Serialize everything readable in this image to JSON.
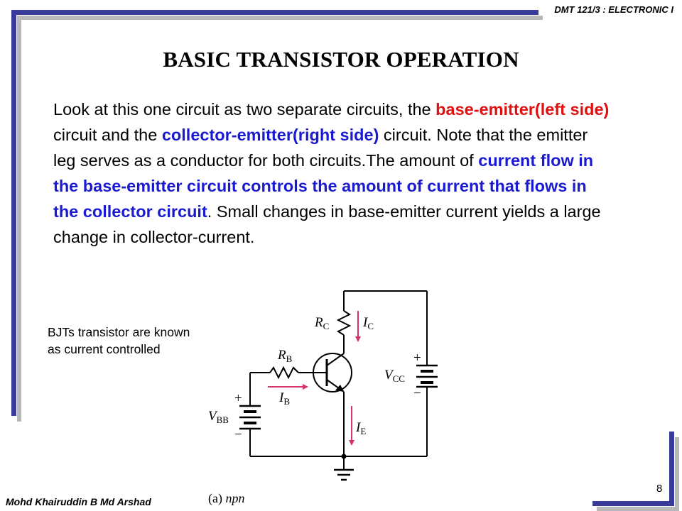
{
  "header": {
    "course_code": "DMT 121/3 : ELECTRONIC I"
  },
  "title": "BASIC TRANSISTOR OPERATION",
  "body": {
    "t1": "Look at this one circuit as two separate circuits, the ",
    "h1": "base-emitter(left side)",
    "t2": " circuit and the ",
    "h2": "collector-emitter(right side)",
    "t3": " circuit. Note that the emitter leg serves as a conductor for both circuits.The amount of ",
    "h3": "current flow in the base-emitter circuit controls the amount of current that flows in the collector circuit",
    "t4": ". Small changes in base-emitter current yields a large change in collector-current."
  },
  "side_note": "BJTs transistor are known as current controlled",
  "circuit": {
    "rc": "R",
    "rc_sub": "C",
    "ic": "I",
    "ic_sub": "C",
    "rb": "R",
    "rb_sub": "B",
    "ib": "I",
    "ib_sub": "B",
    "ie": "I",
    "ie_sub": "E",
    "vcc": "V",
    "vcc_sub": "CC",
    "vbb": "V",
    "vbb_sub": "BB",
    "plus": "+",
    "minus": "−",
    "caption_prefix": "(a) ",
    "caption_type": "npn"
  },
  "footer": {
    "author": "Mohd Khairuddin B Md Arshad",
    "page_number": "8"
  },
  "colors": {
    "frame": "#3a3a9a",
    "highlight_red": "#e01010",
    "highlight_blue": "#1a1ad0",
    "current_arrow": "#d6336c"
  }
}
